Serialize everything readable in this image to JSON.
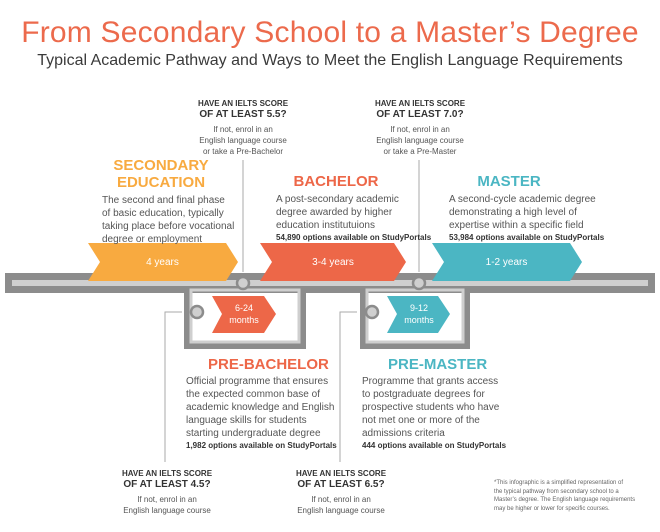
{
  "title": "From Secondary School to a Master’s Degree",
  "subtitle": "Typical Academic Pathway and Ways to Meet the English Language Requirements",
  "colors": {
    "secondary": "#f8aa40",
    "bachelor": "#ed6748",
    "master": "#4bb6c3",
    "track": "#8c8c8c",
    "track_light": "#cfcfcf"
  },
  "ielts": [
    {
      "q1": "HAVE AN IELTS SCORE",
      "q2": "OF AT LEAST 5.5?",
      "l1": "If not, enrol in an",
      "l2": "English language course",
      "l3": "or take a Pre-Bachelor"
    },
    {
      "q1": "HAVE AN IELTS SCORE",
      "q2": "OF AT LEAST 7.0?",
      "l1": "If not, enrol in an",
      "l2": "English language course",
      "l3": "or take a Pre-Master"
    },
    {
      "q1": "HAVE AN IELTS SCORE",
      "q2": "OF AT LEAST 4.5?",
      "l1": "If not, enrol in an",
      "l2": "English language course"
    },
    {
      "q1": "HAVE AN IELTS SCORE",
      "q2": "OF AT LEAST 6.5?",
      "l1": "If not, enrol in an",
      "l2": "English language course"
    }
  ],
  "stages": {
    "secondary": {
      "h1": "SECONDARY",
      "h2": "EDUCATION",
      "l1": "The second and final phase",
      "l2": "of basic education, typically",
      "l3": "taking place before vocational",
      "l4": "degree or employment",
      "duration": "4 years"
    },
    "bachelor": {
      "h1": "BACHELOR",
      "l1": "A post-secondary academic",
      "l2": "degree awarded by higher",
      "l3": "education institutuions",
      "options": "54,890 options available on StudyPortals",
      "duration": "3-4 years"
    },
    "master": {
      "h1": "MASTER",
      "l1": "A second-cycle academic degree",
      "l2": "demonstrating a high level of",
      "l3": "expertise within a specific field",
      "options": "53,984 options available on StudyPortals",
      "duration": "1-2 years"
    },
    "prebachelor": {
      "h1": "PRE-BACHELOR",
      "l1": "Official programme that ensures",
      "l2": "the expected common base of",
      "l3": "academic knowledge and English",
      "l4": "language skills for students",
      "l5": "starting undergraduate degree",
      "options": "1,982 options available on StudyPortals",
      "d1": "6-24",
      "d2": "months"
    },
    "premaster": {
      "h1": "PRE-MASTER",
      "l1": "Programme that grants access",
      "l2": "to postgraduate degrees for",
      "l3": "prospective students who have",
      "l4": "not met one or more of the",
      "l5": "admissions criteria",
      "options": "444 options available on StudyPortals",
      "d1": "9-12",
      "d2": "months"
    }
  },
  "footnote": {
    "l1": "*This infographic is a simplified representation of",
    "l2": "the typical pathway from secondary school to a",
    "l3": "Master’s degree. The English language requirements",
    "l4": "may be higher or lower for specific courses."
  }
}
